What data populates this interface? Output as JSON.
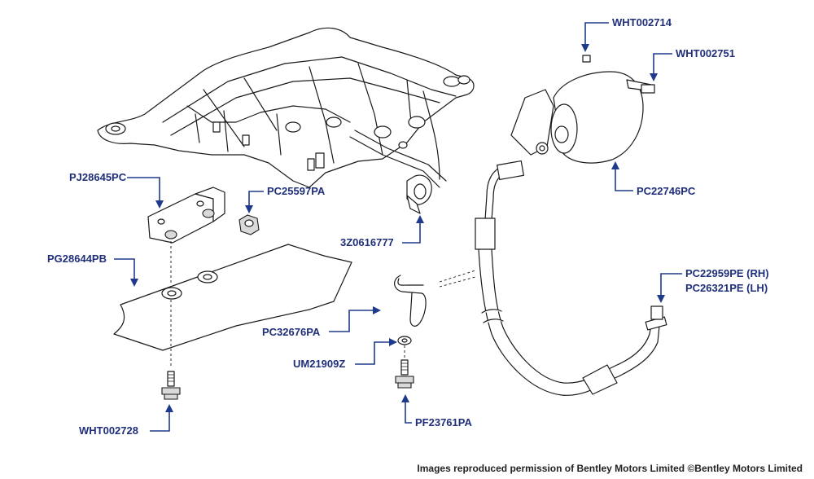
{
  "labels": {
    "wht002714": "WHT002714",
    "wht002751": "WHT002751",
    "pc22746pc": "PC22746PC",
    "pj28645pc": "PJ28645PC",
    "pc25597pa": "PC25597PA",
    "z3z0616777": "3Z0616777",
    "pg28644pb": "PG28644PB",
    "pc22959pe_rh": "PC22959PE (RH)",
    "pc26321pe_lh": "PC26321PE (LH)",
    "pc32676pa": "PC32676PA",
    "um21909z": "UM21909Z",
    "wht002728": "WHT002728",
    "pf23761pa": "PF23761PA"
  },
  "credit": "Images reproduced permission of Bentley Motors Limited ©Bentley Motors Limited",
  "colors": {
    "label_text": "#1f2f7a",
    "leader_line": "#1f3a8a",
    "line_art": "#1a1a1a"
  }
}
